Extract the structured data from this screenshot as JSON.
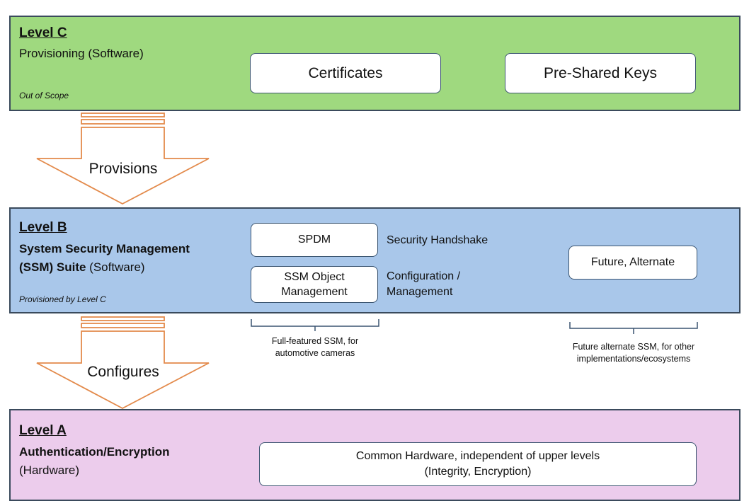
{
  "colors": {
    "level_c": "#9fd97f",
    "level_b": "#a9c7ea",
    "level_a": "#ecccec",
    "arrow": "#e38a4b",
    "border": "#3a4a5c"
  },
  "level_c": {
    "title": "Level C",
    "subtitle": "Provisioning (Software)",
    "note": "Out of Scope",
    "boxes": [
      "Certificates",
      "Pre-Shared Keys"
    ]
  },
  "arrow_1": {
    "label": "Provisions"
  },
  "level_b": {
    "title": "Level B",
    "subtitle_bold_1": "System Security Management",
    "subtitle_bold_2": "(SSM) Suite",
    "subtitle_rest": " (Software)",
    "note": "Provisioned by Level C",
    "spdm_box": "SPDM",
    "spdm_desc": "Security Handshake",
    "ssm_box_line1": "SSM Object",
    "ssm_box_line2": "Management",
    "ssm_desc_line1": "Configuration /",
    "ssm_desc_line2": "Management",
    "future_box": "Future, Alternate",
    "left_caption_line1": "Full-featured SSM, for",
    "left_caption_line2": "automotive cameras",
    "right_caption_line1": "Future alternate SSM, for other",
    "right_caption_line2": "implementations/ecosystems"
  },
  "arrow_2": {
    "label": "Configures"
  },
  "level_a": {
    "title": "Level A",
    "subtitle_bold": "Authentication/Encryption",
    "subtitle_rest": "(Hardware)",
    "box_line1": "Common Hardware, independent of upper levels",
    "box_line2": "(Integrity, Encryption)"
  }
}
